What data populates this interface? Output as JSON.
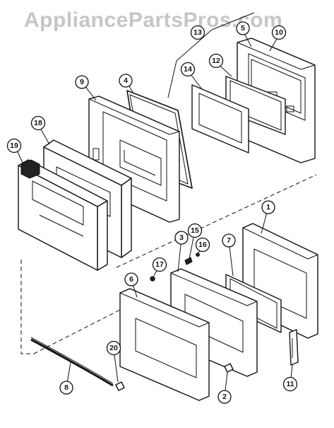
{
  "watermark": "AppliancePartsPros.com",
  "colors": {
    "line": "#111111",
    "watermark": "#c6c6c6",
    "background": "#ffffff"
  },
  "callouts": [
    "1",
    "2",
    "3",
    "4",
    "5",
    "6",
    "7",
    "8",
    "9",
    "10",
    "11",
    "12",
    "13",
    "14",
    "15",
    "16",
    "17",
    "18",
    "19",
    "20"
  ]
}
